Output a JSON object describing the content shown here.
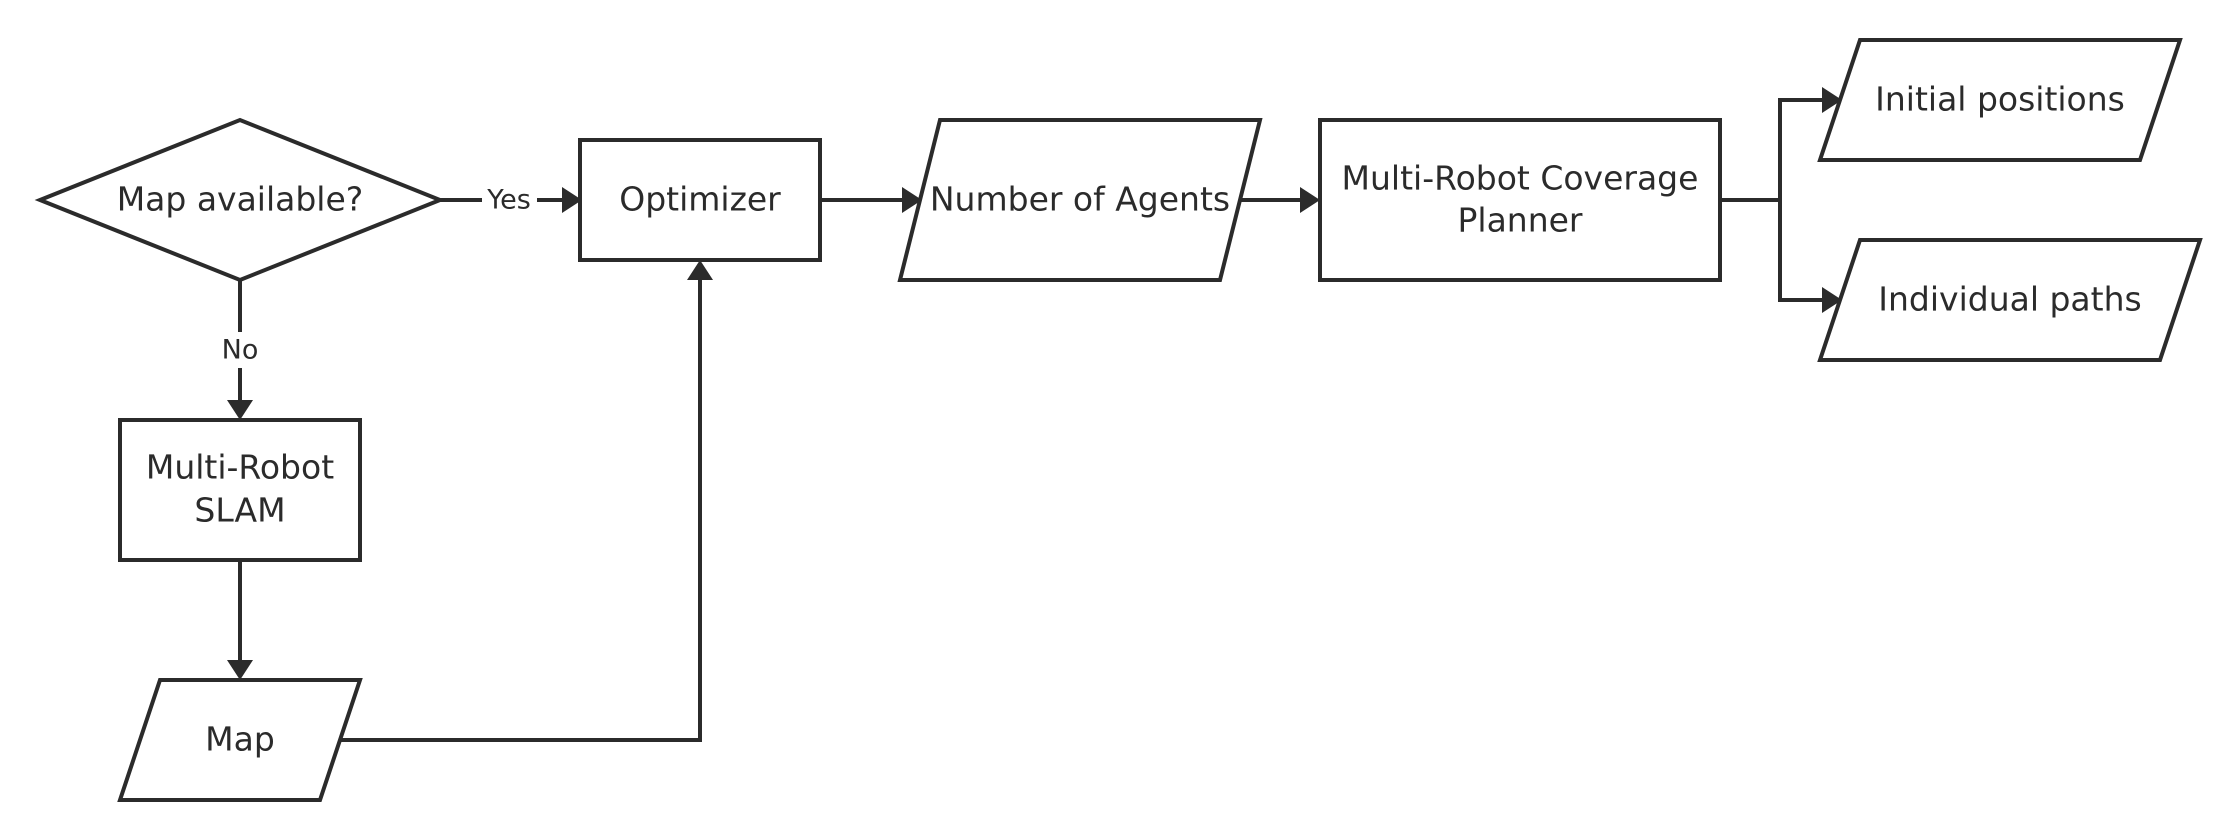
{
  "nodes": {
    "decision": {
      "label": "Map available?"
    },
    "optimizer": {
      "label": "Optimizer"
    },
    "num_agents": {
      "label": "Number of Agents"
    },
    "planner": {
      "line1": "Multi-Robot Coverage",
      "line2": "Planner"
    },
    "init_positions": {
      "label": "Initial positions"
    },
    "indiv_paths": {
      "label": "Individual paths"
    },
    "slam": {
      "line1": "Multi-Robot",
      "line2": "SLAM"
    },
    "map": {
      "label": "Map"
    }
  },
  "edges": {
    "yes": "Yes",
    "no": "No"
  }
}
